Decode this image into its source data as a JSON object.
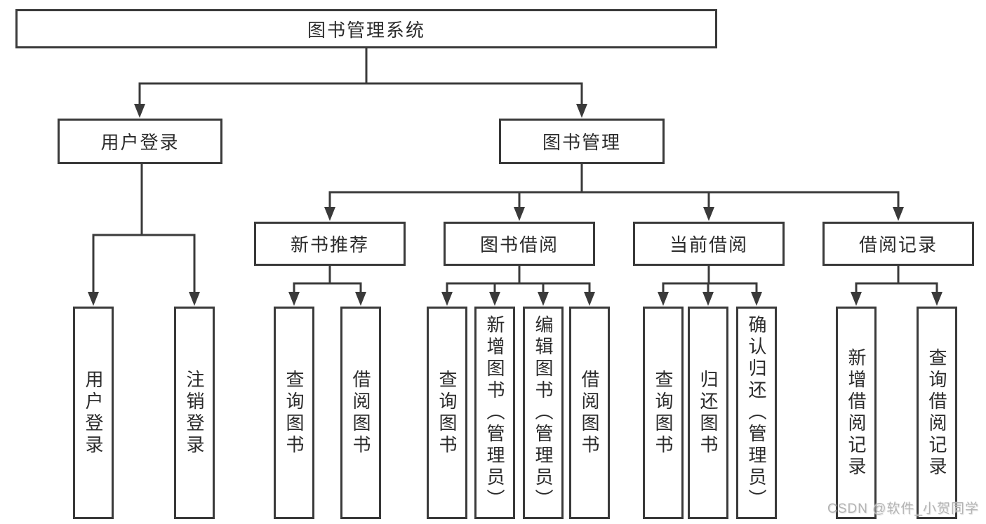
{
  "tree": {
    "root": {
      "label": "图书管理系统"
    },
    "branches": [
      {
        "label": "用户登录",
        "children": [
          {
            "label": "用户登录"
          },
          {
            "label": "注销登录"
          }
        ]
      },
      {
        "label": "图书管理",
        "groups": [
          {
            "label": "新书推荐",
            "children": [
              {
                "label": "查询图书"
              },
              {
                "label": "借阅图书"
              }
            ]
          },
          {
            "label": "图书借阅",
            "children": [
              {
                "label": "查询图书"
              },
              {
                "label": "新增图书（管理员）"
              },
              {
                "label": "编辑图书（管理员）"
              },
              {
                "label": "借阅图书"
              }
            ]
          },
          {
            "label": "当前借阅",
            "children": [
              {
                "label": "查询图书"
              },
              {
                "label": "归还图书"
              },
              {
                "label": "确认归还（管理员）"
              }
            ]
          },
          {
            "label": "借阅记录",
            "children": [
              {
                "label": "新增借阅记录"
              },
              {
                "label": "查询借阅记录"
              }
            ]
          }
        ]
      }
    ]
  },
  "watermark": {
    "text": "CSDN @软件_小贺同学"
  },
  "colors": {
    "line": "#3a3a3a",
    "box_border": "#3a3a3a",
    "text": "#2b2b2b",
    "background": "#ffffff",
    "watermark": "#b3b3b3"
  }
}
